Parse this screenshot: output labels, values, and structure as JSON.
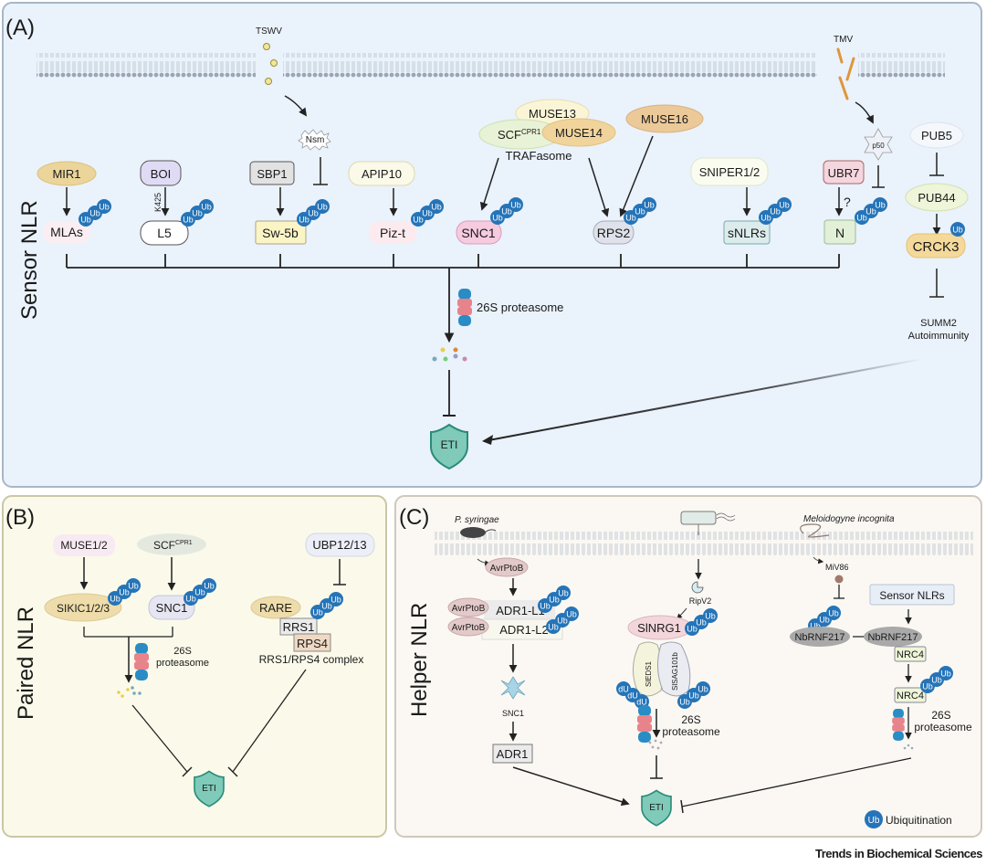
{
  "colors": {
    "panel_a_bg": "#eaf2fb",
    "panel_a_border": "#a9b6c8",
    "panel_b_bg": "#fbfaea",
    "panel_b_border": "#c9c7a6",
    "panel_c_bg": "#fbf8f3",
    "panel_c_border": "#cfc8bd",
    "ub": "#2574b8",
    "eti": "#7fcab9",
    "eti_border": "#2a8a78",
    "arrow": "#222222"
  },
  "ub_label": "Ub",
  "footer": "Trends in Biochemical Sciences",
  "panel_a": {
    "letter": "(A)",
    "side_title": "Sensor NLR",
    "pathogens": {
      "tswv": "TSWV",
      "tmv": "TMV"
    },
    "effectors": {
      "nsm": "Nsm",
      "p50": "p50"
    },
    "regulators": {
      "mir1": "MIR1",
      "boi": "BOI",
      "sbp1": "SBP1",
      "apip10": "APIP10",
      "muse13": "MUSE13",
      "scf": "SCF",
      "scf_sup": "CPR1",
      "muse14": "MUSE14",
      "trafasome": "TRAFasome",
      "muse16": "MUSE16",
      "sniper": "SNIPER1/2",
      "ubr7": "UBR7",
      "pub5": "PUB5",
      "pub44": "PUB44"
    },
    "k425": "K425",
    "question": "?",
    "nlrs": {
      "mlas": "MLAs",
      "l5": "L5",
      "sw5b": "Sw-5b",
      "pizt": "Piz-t",
      "snc1": "SNC1",
      "rps2": "RPS2",
      "snlrs": "sNLRs",
      "n": "N",
      "crck3": "CRCK3"
    },
    "proteasome": "26S proteasome",
    "summ2": "SUMM2",
    "autoimmunity": "Autoimmunity",
    "eti": "ETI"
  },
  "panel_b": {
    "letter": "(B)",
    "side_title": "Paired NLR",
    "muse12": "MUSE1/2",
    "scf": "SCF",
    "scf_sup": "CPR1",
    "ubp": "UBP12/13",
    "sikic": "SIKIC1/2/3",
    "snc1": "SNC1",
    "rare": "RARE",
    "rrs1": "RRS1",
    "rps4": "RPS4",
    "complex": "RRS1/RPS4 complex",
    "proteasome_1": "26S",
    "proteasome_2": "proteasome",
    "eti": "ETI"
  },
  "panel_c": {
    "letter": "(C)",
    "side_title": "Helper NLR",
    "p_syringae": "P. syringae",
    "meloidogyne": "Meloidogyne incognita",
    "avrptob": "AvrPtoB",
    "adr1_l1": "ADR1-L1",
    "adr1_l2": "ADR1-L2",
    "snc1": "SNC1",
    "adr1": "ADR1",
    "ripv2": "RipV2",
    "sinrg1": "SlNRG1",
    "sleds1": "SlEDS1",
    "slsag101b": "SlSAG101b",
    "proteasome_1": "26S",
    "proteasome_2": "proteasome",
    "miv86": "MiV86",
    "sensor_nlrs": "Sensor NLRs",
    "nbrnf217": "NbRNF217",
    "nrc4": "NRC4",
    "eti": "ETI",
    "legend": "Ubiquitination"
  }
}
